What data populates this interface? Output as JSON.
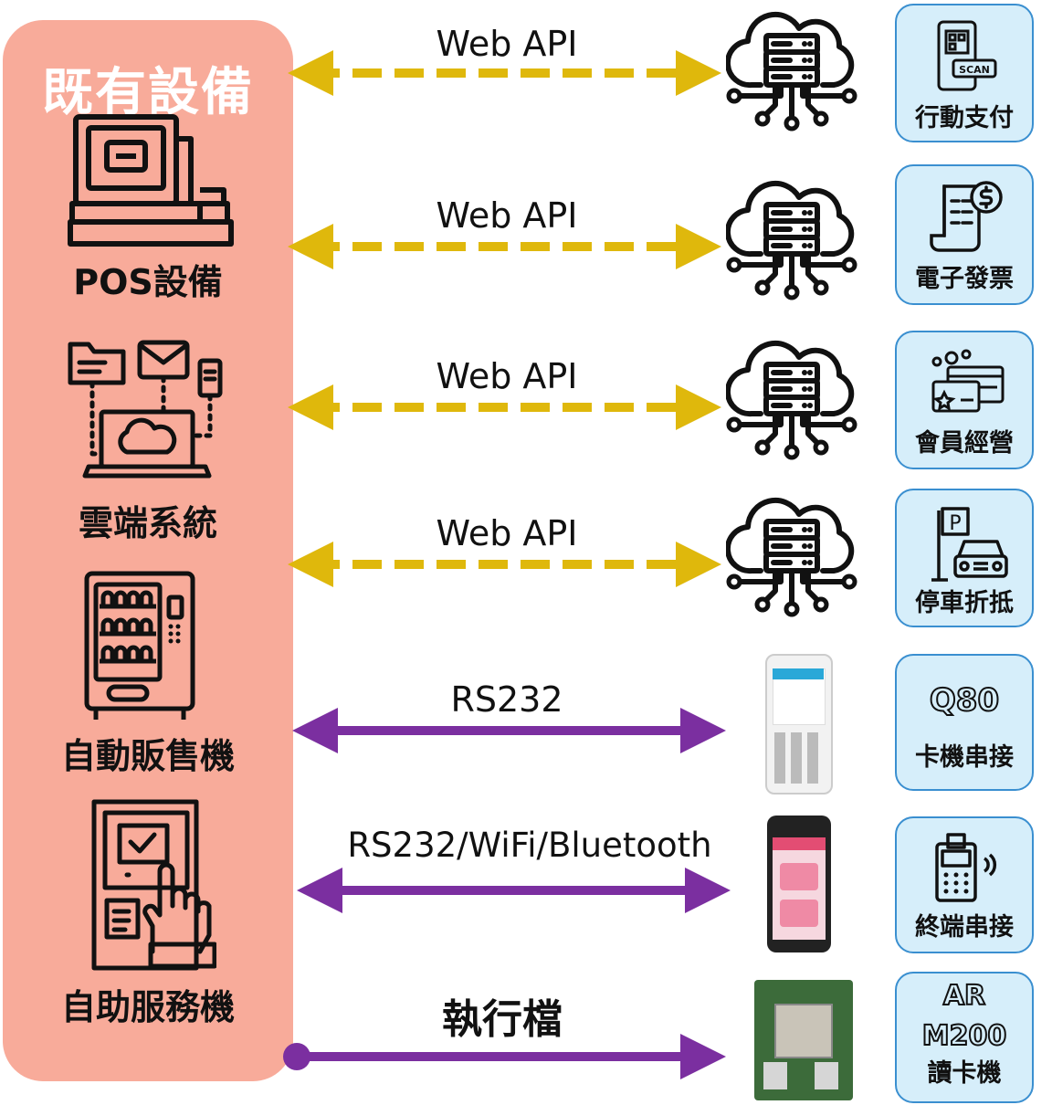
{
  "panel": {
    "title": "既有設備",
    "devices": [
      {
        "label": "POS設備"
      },
      {
        "label": "雲端系統"
      },
      {
        "label": "自動販售機"
      },
      {
        "label": "自助服務機"
      }
    ]
  },
  "connections": [
    {
      "label": "Web API",
      "style": "dashed",
      "color": "#dfb80c"
    },
    {
      "label": "Web API",
      "style": "dashed",
      "color": "#dfb80c"
    },
    {
      "label": "Web API",
      "style": "dashed",
      "color": "#dfb80c"
    },
    {
      "label": "Web API",
      "style": "dashed",
      "color": "#dfb80c"
    },
    {
      "label": "RS232",
      "style": "solid",
      "color": "#7b2fa0"
    },
    {
      "label": "RS232/WiFi/Bluetooth",
      "style": "solid",
      "color": "#7b2fa0"
    },
    {
      "label": "執行檔",
      "style": "solid",
      "color": "#7b2fa0"
    }
  ],
  "services": [
    {
      "label": "行動支付",
      "icon": "qr-scan-phone-icon",
      "scan_text": "SCAN"
    },
    {
      "label": "電子發票",
      "icon": "invoice-dollar-icon"
    },
    {
      "label": "會員經營",
      "icon": "member-card-icon"
    },
    {
      "label": "停車折抵",
      "icon": "parking-car-icon",
      "sign_text": "P"
    },
    {
      "label_line1": "Q80",
      "label_line2": "卡機串接"
    },
    {
      "label": "終端串接",
      "icon": "card-terminal-icon"
    },
    {
      "label_line1": "AR",
      "label_line2": "M200",
      "label_line3": "讀卡機"
    }
  ],
  "colors": {
    "panel": "#f8ab9a",
    "api_arrow": "#dfb80c",
    "serial_arrow": "#7b2fa0",
    "service_box": "#d6eefa",
    "service_border": "#3a8fd0"
  }
}
